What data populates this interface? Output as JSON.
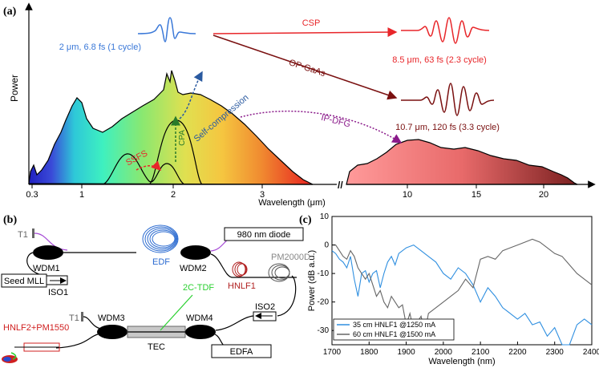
{
  "panel_a": {
    "label": "(a)",
    "ylabel": "Power",
    "xlabel": "Wavelength (μm)",
    "ticks_left": [
      "0.3",
      "1",
      "2",
      "3"
    ],
    "ticks_right": [
      "10",
      "15",
      "20"
    ],
    "pulse_input": "2 μm, 6.8 fs (1 cycle)",
    "pulse_csp": "8.5 μm, 63 fs (2.3 cycle)",
    "pulse_opgaas": "10.7 μm, 120 fs (3.3 cycle)",
    "arrow_csp": "CSP",
    "arrow_opgaas": "OP-GaAs",
    "arrow_ipdfg": "IP-DFG",
    "label_ssfs": "SSFS",
    "label_cpa": "CPA",
    "label_selfcomp": "Self-compression",
    "colors": {
      "input": "#3a78d8",
      "csp": "#e8262a",
      "opgaas": "#7a1010",
      "ipdfg": "#8a1a8a",
      "ssfs": "#e8262a",
      "cpa": "#2a7a2a",
      "selfcomp": "#2a5aa0"
    }
  },
  "panel_b": {
    "label": "(b)",
    "t1_top": "T1",
    "t1_bottom": "T1",
    "diode": "980 nm diode",
    "wdm1": "WDM1",
    "wdm2": "WDM2",
    "wdm3": "WDM3",
    "wdm4": "WDM4",
    "edf": "EDF",
    "seed": "Seed MLL",
    "iso1": "ISO1",
    "iso2": "ISO2",
    "hnlf1": "HNLF1",
    "pm2000d": "PM2000D",
    "tdf": "2C-TDF",
    "tec": "TEC",
    "hnlf2": "HNLF2+PM1550",
    "edfa": "EDFA"
  },
  "panel_c": {
    "label": "(c)",
    "ylabel": "Power (dB a.u.)",
    "xlabel": "Wavelength (nm)",
    "xticks": [
      "1700",
      "1800",
      "1900",
      "2000",
      "2100",
      "2200",
      "2300",
      "2400"
    ],
    "yticks": [
      "10",
      "0",
      "-10",
      "-20",
      "-30"
    ],
    "legend": [
      "35 cm HNLF1 @1250 mA",
      "60 cm HNLF1 @1500 mA"
    ]
  },
  "chart_data": {
    "type": "line",
    "xlabel": "Wavelength (nm)",
    "ylabel": "Power (dB a.u.)",
    "xlim": [
      1700,
      2400
    ],
    "ylim": [
      -35,
      10
    ],
    "series": [
      {
        "name": "35 cm HNLF1 @1250 mA",
        "color": "#2f8fe0",
        "x": [
          1700,
          1710,
          1720,
          1730,
          1740,
          1750,
          1760,
          1770,
          1780,
          1790,
          1800,
          1810,
          1820,
          1830,
          1840,
          1850,
          1860,
          1870,
          1880,
          1900,
          1920,
          1940,
          1960,
          1980,
          2000,
          2020,
          2040,
          2060,
          2080,
          2100,
          2120,
          2140,
          2160,
          2180,
          2200,
          2220,
          2240,
          2260,
          2280,
          2300,
          2320,
          2340,
          2360,
          2380,
          2400
        ],
        "y": [
          -2,
          -3,
          -5,
          -6,
          -8,
          -4,
          -12,
          -18,
          -10,
          -9,
          -13,
          -10,
          -9,
          -15,
          -10,
          -6,
          -4,
          -7,
          -3,
          -1,
          0,
          -2,
          -4,
          -6,
          -10,
          -12,
          -8,
          -10,
          -14,
          -20,
          -15,
          -18,
          -22,
          -24,
          -26,
          -24,
          -28,
          -27,
          -32,
          -29,
          -35,
          -35,
          -28,
          -26,
          -28
        ]
      },
      {
        "name": "60 cm HNLF1 @1500 mA",
        "color": "#666666",
        "x": [
          1700,
          1710,
          1720,
          1730,
          1740,
          1750,
          1760,
          1770,
          1780,
          1790,
          1800,
          1810,
          1820,
          1830,
          1840,
          1850,
          1860,
          1870,
          1880,
          1890,
          1900,
          1910,
          1920,
          1930,
          1940,
          1950,
          1960,
          1980,
          2000,
          2020,
          2040,
          2060,
          2080,
          2100,
          2120,
          2140,
          2160,
          2180,
          2200,
          2220,
          2240,
          2260,
          2280,
          2300,
          2320,
          2340,
          2360,
          2380,
          2400
        ],
        "y": [
          0,
          0,
          -2,
          -4,
          -5,
          -2,
          -4,
          -8,
          -10,
          -12,
          -10,
          -14,
          -18,
          -16,
          -20,
          -22,
          -18,
          -20,
          -22,
          -21,
          -28,
          -24,
          -30,
          -27,
          -25,
          -31,
          -24,
          -22,
          -20,
          -18,
          -16,
          -12,
          -15,
          -5,
          -4,
          -5,
          -2,
          -1,
          0,
          1,
          2,
          1,
          -1,
          -3,
          -4,
          -7,
          -10,
          -12,
          -14
        ]
      }
    ]
  }
}
